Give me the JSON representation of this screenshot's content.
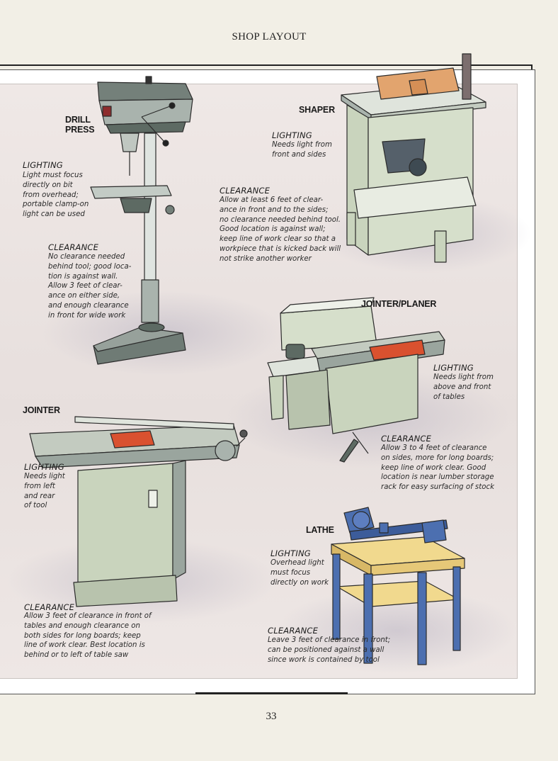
{
  "header": {
    "title": "SHOP LAYOUT"
  },
  "page_number": "33",
  "tools": {
    "drill_press": {
      "name": "DRILL\nPRESS",
      "lighting_label": "LIGHTING",
      "lighting_text": "Light must focus\ndirectly on bit\nfrom overhead;\nportable clamp-on\nlight can be used",
      "clearance_label": "CLEARANCE",
      "clearance_text": "No clearance needed\nbehind tool; good loca-\ntion is against wall.\nAllow 3 feet of clear-\nance on either side,\nand enough clearance\nin front for wide work"
    },
    "shaper": {
      "name": "SHAPER",
      "lighting_label": "LIGHTING",
      "lighting_text": "Needs light from\nfront and sides",
      "clearance_label": "CLEARANCE",
      "clearance_text": "Allow at least 6 feet of clear-\nance in front and to the sides;\nno clearance needed behind tool.\nGood location is against wall;\nkeep line of work clear so that a\nworkpiece that is kicked back will\nnot strike another worker"
    },
    "jointer_planer": {
      "name": "JOINTER/PLANER",
      "lighting_label": "LIGHTING",
      "lighting_text": "Needs light from\nabove and front\nof tables",
      "clearance_label": "CLEARANCE",
      "clearance_text": "Allow 3 to 4 feet of clearance\non sides, more for long boards;\nkeep line of work clear. Good\nlocation is near lumber storage\nrack for easy surfacing of stock"
    },
    "jointer": {
      "name": "JOINTER",
      "lighting_label": "LIGHTING",
      "lighting_text": "Needs light\nfrom left\nand rear\nof tool",
      "clearance_label": "CLEARANCE",
      "clearance_text": "Allow 3 feet of clearance in front of\ntables and enough clearance on\nboth sides for long boards; keep\nline of work clear. Best location is\nbehind or to left of table saw"
    },
    "lathe": {
      "name": "LATHE",
      "lighting_label": "LIGHTING",
      "lighting_text": "Overhead light\nmust focus\ndirectly on work",
      "clearance_label": "CLEARANCE",
      "clearance_text": "Leave 3 feet of clearance in front;\ncan be positioned against a wall\nsince work is contained by tool"
    }
  },
  "colors": {
    "machine_green": "#c9d4bd",
    "machine_dark": "#5d6a63",
    "wood_orange": "#e2a46e",
    "blade_red": "#d9512f",
    "lathe_blue": "#4c6fb0",
    "wood_yellow": "#f1d98e"
  },
  "icons": [
    "drill-press-illustration",
    "shaper-illustration",
    "jointer-planer-illustration",
    "jointer-illustration",
    "lathe-illustration"
  ]
}
